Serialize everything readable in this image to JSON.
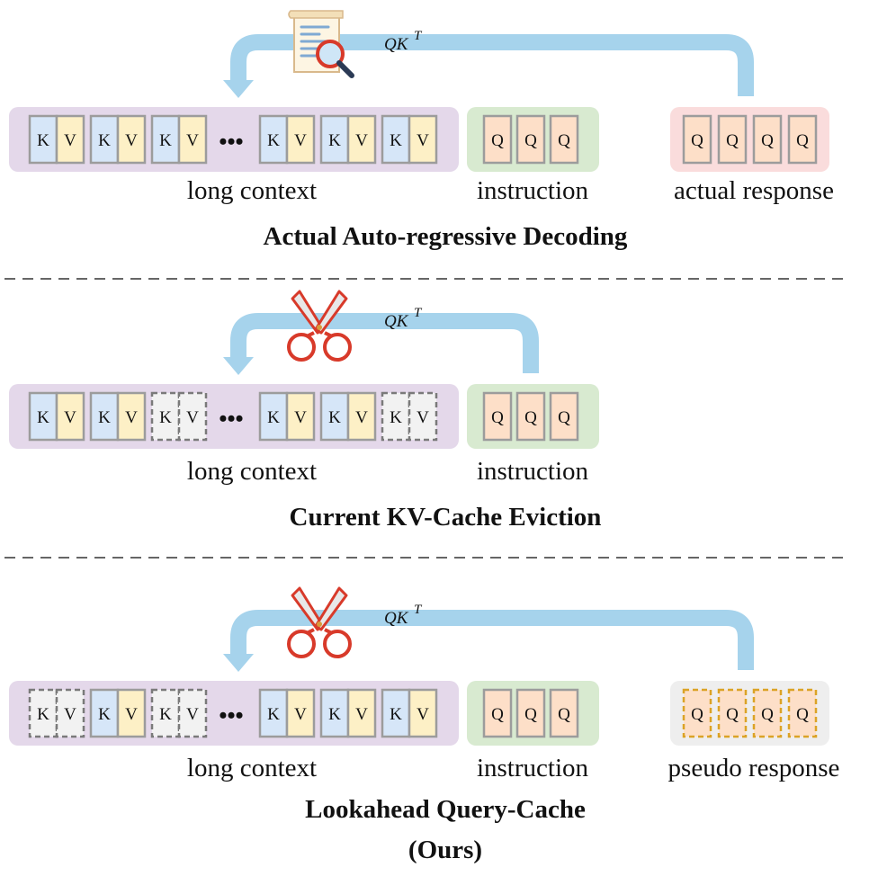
{
  "colors": {
    "context_bg": "#e4d8ea",
    "instruction_bg": "#d8ead0",
    "actual_response_bg": "#fadcdc",
    "pseudo_response_bg": "#eeeeee",
    "key_fill": "#d6e6f8",
    "value_fill": "#fdf0c6",
    "query_fill": "#fddfc8",
    "evicted_fill": "#f2f2f2",
    "token_border": "#9c9c9c",
    "pseudo_border": "#dba326",
    "arrow": "#a6d3ec",
    "scissors": "#d83a2a",
    "separator": "#666666"
  },
  "icons": {
    "panel1": "document-magnifier-icon",
    "panel2": "scissors-icon",
    "panel3": "scissors-icon"
  },
  "panels": [
    {
      "title_lines": [
        "Actual Auto-regressive Decoding"
      ],
      "attention_label": "QK",
      "attention_sup": "T",
      "context_caption": "long context",
      "context_groups": [
        [
          {
            "k": "K",
            "v": "V",
            "evicted": false
          },
          {
            "k": "K",
            "v": "V",
            "evicted": false
          },
          {
            "k": "K",
            "v": "V",
            "evicted": false
          }
        ],
        [
          {
            "k": "K",
            "v": "V",
            "evicted": false
          },
          {
            "k": "K",
            "v": "V",
            "evicted": false
          },
          {
            "k": "K",
            "v": "V",
            "evicted": false
          }
        ]
      ],
      "ellipsis": "•••",
      "instruction_caption": "instruction",
      "instruction_queries": [
        "Q",
        "Q",
        "Q"
      ],
      "response_caption": "actual response",
      "response_queries": [
        "Q",
        "Q",
        "Q",
        "Q"
      ],
      "response_kind": "actual"
    },
    {
      "title_lines": [
        "Current KV-Cache Eviction"
      ],
      "attention_label": "QK",
      "attention_sup": "T",
      "context_caption": "long context",
      "context_groups": [
        [
          {
            "k": "K",
            "v": "V",
            "evicted": false
          },
          {
            "k": "K",
            "v": "V",
            "evicted": false
          },
          {
            "k": "K",
            "v": "V",
            "evicted": true
          }
        ],
        [
          {
            "k": "K",
            "v": "V",
            "evicted": false
          },
          {
            "k": "K",
            "v": "V",
            "evicted": false
          },
          {
            "k": "K",
            "v": "V",
            "evicted": true
          }
        ]
      ],
      "ellipsis": "•••",
      "instruction_caption": "instruction",
      "instruction_queries": [
        "Q",
        "Q",
        "Q"
      ],
      "response_caption": "",
      "response_queries": [],
      "response_kind": "none"
    },
    {
      "title_lines": [
        "Lookahead Query-Cache",
        "(Ours)"
      ],
      "attention_label": "QK",
      "attention_sup": "T",
      "context_caption": "long context",
      "context_groups": [
        [
          {
            "k": "K",
            "v": "V",
            "evicted": true
          },
          {
            "k": "K",
            "v": "V",
            "evicted": false
          },
          {
            "k": "K",
            "v": "V",
            "evicted": true
          }
        ],
        [
          {
            "k": "K",
            "v": "V",
            "evicted": false
          },
          {
            "k": "K",
            "v": "V",
            "evicted": false
          },
          {
            "k": "K",
            "v": "V",
            "evicted": false
          }
        ]
      ],
      "ellipsis": "•••",
      "instruction_caption": "instruction",
      "instruction_queries": [
        "Q",
        "Q",
        "Q"
      ],
      "response_caption": "pseudo response",
      "response_queries": [
        "Q",
        "Q",
        "Q",
        "Q"
      ],
      "response_kind": "pseudo"
    }
  ]
}
